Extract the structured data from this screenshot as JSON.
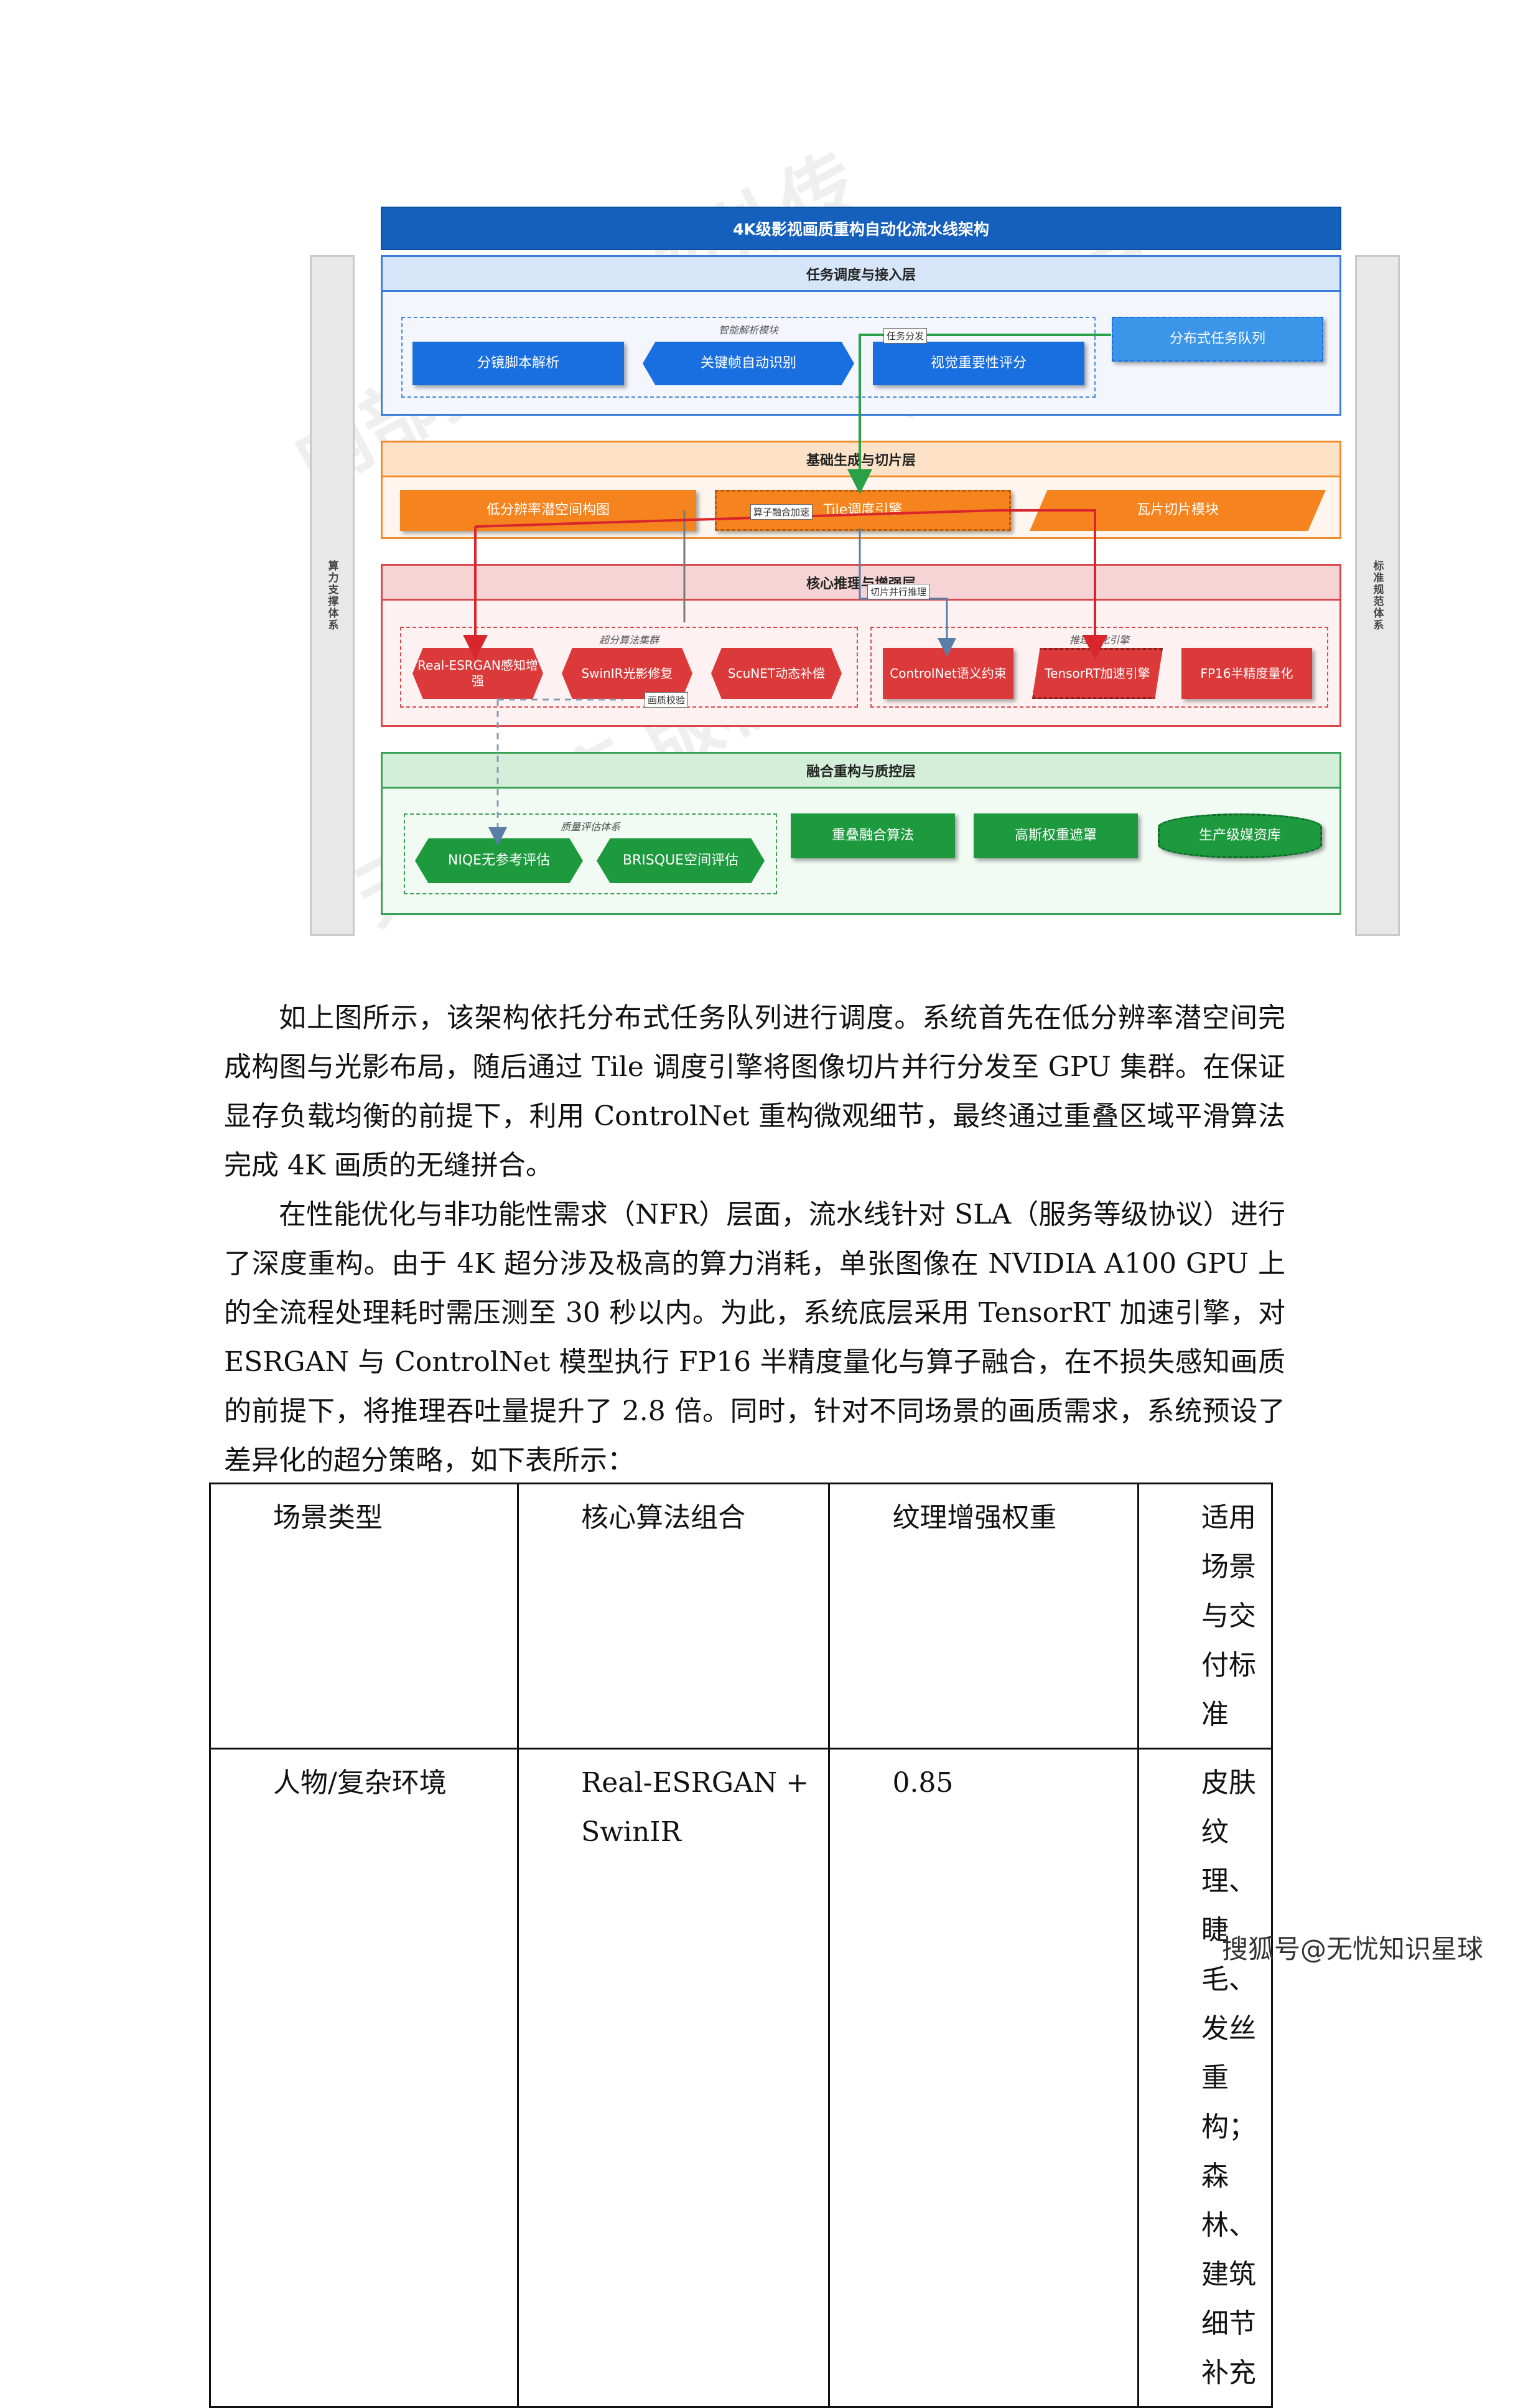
{
  "diagram": {
    "title": "4K级影视画质重构自动化流水线架构",
    "left_column": "算力支撑体系",
    "right_column": "标准规范体系",
    "layers": {
      "l1": {
        "title": "任务调度与接入层",
        "group": "智能解析模块",
        "nodes": [
          "分镜脚本解析",
          "关键帧自动识别",
          "视觉重要性评分"
        ],
        "queue": "分布式任务队列",
        "edge_label": "任务分发"
      },
      "l2": {
        "title": "基础生成与切片层",
        "nodes": [
          "低分辨率潜空间构图",
          "Tile调度引擎",
          "瓦片切片模块"
        ],
        "edge_label": "算子融合加速"
      },
      "l3": {
        "title": "核心推理与增强层",
        "group_a": "超分算法集群",
        "nodes_a": [
          "Real-ESRGAN感知增强",
          "SwinIR光影修复",
          "ScuNET动态补偿"
        ],
        "group_b": "推理优化引擎",
        "nodes_b": [
          "ControlNet语义约束",
          "TensorRT加速引擎",
          "FP16半精度量化"
        ],
        "edge_label": "切片并行推理",
        "edge_label2": "画质校验"
      },
      "l4": {
        "title": "融合重构与质控层",
        "group": "质量评估体系",
        "nodes_q": [
          "NIQE无参考评估",
          "BRISQUE空间评估"
        ],
        "nodes": [
          "重叠融合算法",
          "高斯权重遮罩",
          "生产级媒资库"
        ]
      }
    }
  },
  "paragraphs": [
    "如上图所示，该架构依托分布式任务队列进行调度。系统首先在低分辨率潜空间完成构图与光影布局，随后通过 Tile 调度引擎将图像切片并行分发至 GPU 集群。在保证显存负载均衡的前提下，利用 ControlNet 重构微观细节，最终通过重叠区域平滑算法完成 4K 画质的无缝拼合。",
    "在性能优化与非功能性需求（NFR）层面，流水线针对 SLA（服务等级协议）进行了深度重构。由于 4K 超分涉及极高的算力消耗，单张图像在 NVIDIA A100 GPU 上的全流程处理耗时需压测至 30 秒以内。为此，系统底层采用 TensorRT 加速引擎，对 ESRGAN 与 ControlNet 模型执行 FP16 半精度量化与算子融合，在不损失感知画质的前提下，将推理吞吐量提升了 2.8 倍。同时，针对不同场景的画质需求，系统预设了差异化的超分策略，如下表所示："
  ],
  "table": {
    "headers": [
      "场景类型",
      "核心算法组合",
      "纹理增强权重",
      "适用场景与交付标准"
    ],
    "rows": [
      [
        "人物/复杂环境",
        "Real-ESRGAN + SwinIR",
        "0.85",
        "皮肤纹理、睫毛、发丝重构；森林、建筑细节补充"
      ]
    ]
  },
  "footer": "搜狐号@无忧知识星球",
  "colors": {
    "blue": "#1a6fe0",
    "orange": "#f5841f",
    "red": "#dc3a3a",
    "green": "#1d9a3e",
    "title": "#1560bd"
  }
}
